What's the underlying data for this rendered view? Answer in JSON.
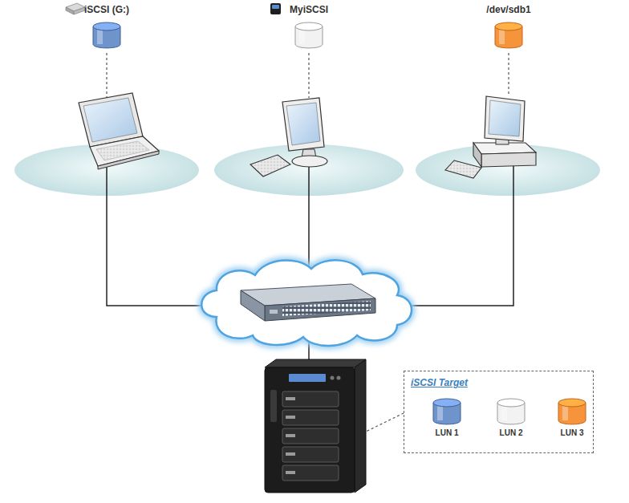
{
  "diagram": {
    "nodes": [
      {
        "text": [
          "iSCSI (G:)"
        ]
      },
      {
        "text": [
          "MyiSCSI"
        ]
      },
      {
        "text": [
          "/dev/sdb1"
        ]
      },
      {
        "text": [
          "iSCSI Target"
        ]
      },
      {
        "text": [
          "LUN 1"
        ],
        "in": 3
      },
      {
        "text": [
          "LUN 2"
        ],
        "in": 3
      },
      {
        "text": [
          "LUN 3"
        ],
        "in": 3
      }
    ]
  }
}
